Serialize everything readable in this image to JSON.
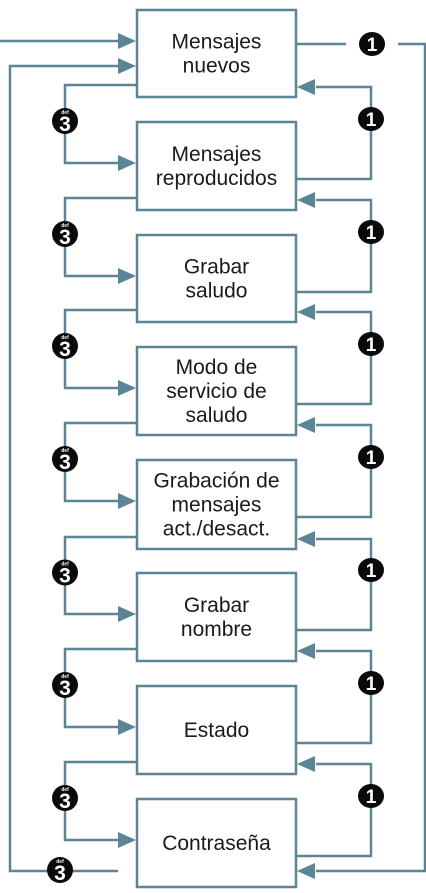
{
  "states": [
    {
      "lines": [
        "Mensajes",
        "nuevos"
      ]
    },
    {
      "lines": [
        "Mensajes",
        "reproducidos"
      ]
    },
    {
      "lines": [
        "Grabar",
        "saludo"
      ]
    },
    {
      "lines": [
        "Modo de",
        "servicio de",
        "saludo"
      ]
    },
    {
      "lines": [
        "Grabación de",
        "mensajes",
        "act./desact."
      ]
    },
    {
      "lines": [
        "Grabar",
        "nombre"
      ]
    },
    {
      "lines": [
        "Estado"
      ]
    },
    {
      "lines": [
        "Contraseña"
      ]
    }
  ],
  "keys": {
    "back": {
      "label": "1"
    },
    "next": {
      "label": "3",
      "sub": "def"
    }
  },
  "colors": {
    "line": "#5b8595",
    "key_fill": "#0a0a0a",
    "box_border": "#5b8595"
  }
}
